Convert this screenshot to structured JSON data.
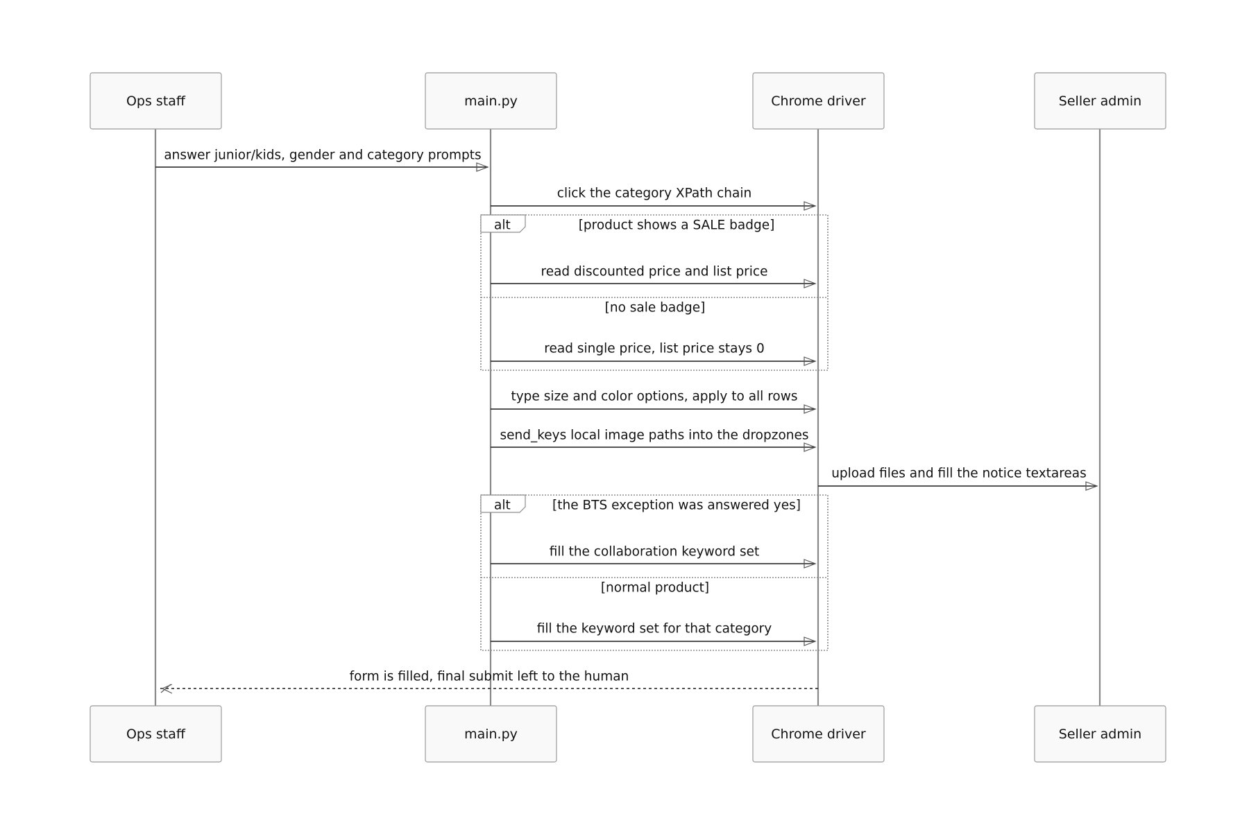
{
  "participants": [
    {
      "id": "ops",
      "label": "Ops staff"
    },
    {
      "id": "main",
      "label": "main.py"
    },
    {
      "id": "chrome",
      "label": "Chrome driver"
    },
    {
      "id": "seller",
      "label": "Seller admin"
    }
  ],
  "messages": [
    {
      "from": "ops",
      "to": "main",
      "text": "answer junior/kids, gender and category prompts",
      "style": "solid"
    },
    {
      "from": "main",
      "to": "chrome",
      "text": "click the category XPath chain",
      "style": "solid"
    },
    {
      "from": "main",
      "to": "chrome",
      "text": "read discounted price and list price",
      "style": "solid"
    },
    {
      "from": "main",
      "to": "chrome",
      "text": "read single price, list price stays 0",
      "style": "solid"
    },
    {
      "from": "main",
      "to": "chrome",
      "text": "type size and color options, apply to all rows",
      "style": "solid"
    },
    {
      "from": "main",
      "to": "chrome",
      "text": "send_keys local image paths into the dropzones",
      "style": "solid"
    },
    {
      "from": "chrome",
      "to": "seller",
      "text": "upload files and fill the notice textareas",
      "style": "solid"
    },
    {
      "from": "main",
      "to": "chrome",
      "text": "fill the collaboration keyword set",
      "style": "solid"
    },
    {
      "from": "main",
      "to": "chrome",
      "text": "fill the keyword set for that category",
      "style": "solid"
    },
    {
      "from": "chrome",
      "to": "ops",
      "text": "form is filled, final submit left to the human",
      "style": "dashed"
    }
  ],
  "fragments": [
    {
      "keyword": "alt",
      "conditions": [
        "[product shows a SALE badge]",
        "[no sale badge]"
      ]
    },
    {
      "keyword": "alt",
      "conditions": [
        "[the BTS exception was answered yes]",
        "[normal product]"
      ]
    }
  ]
}
